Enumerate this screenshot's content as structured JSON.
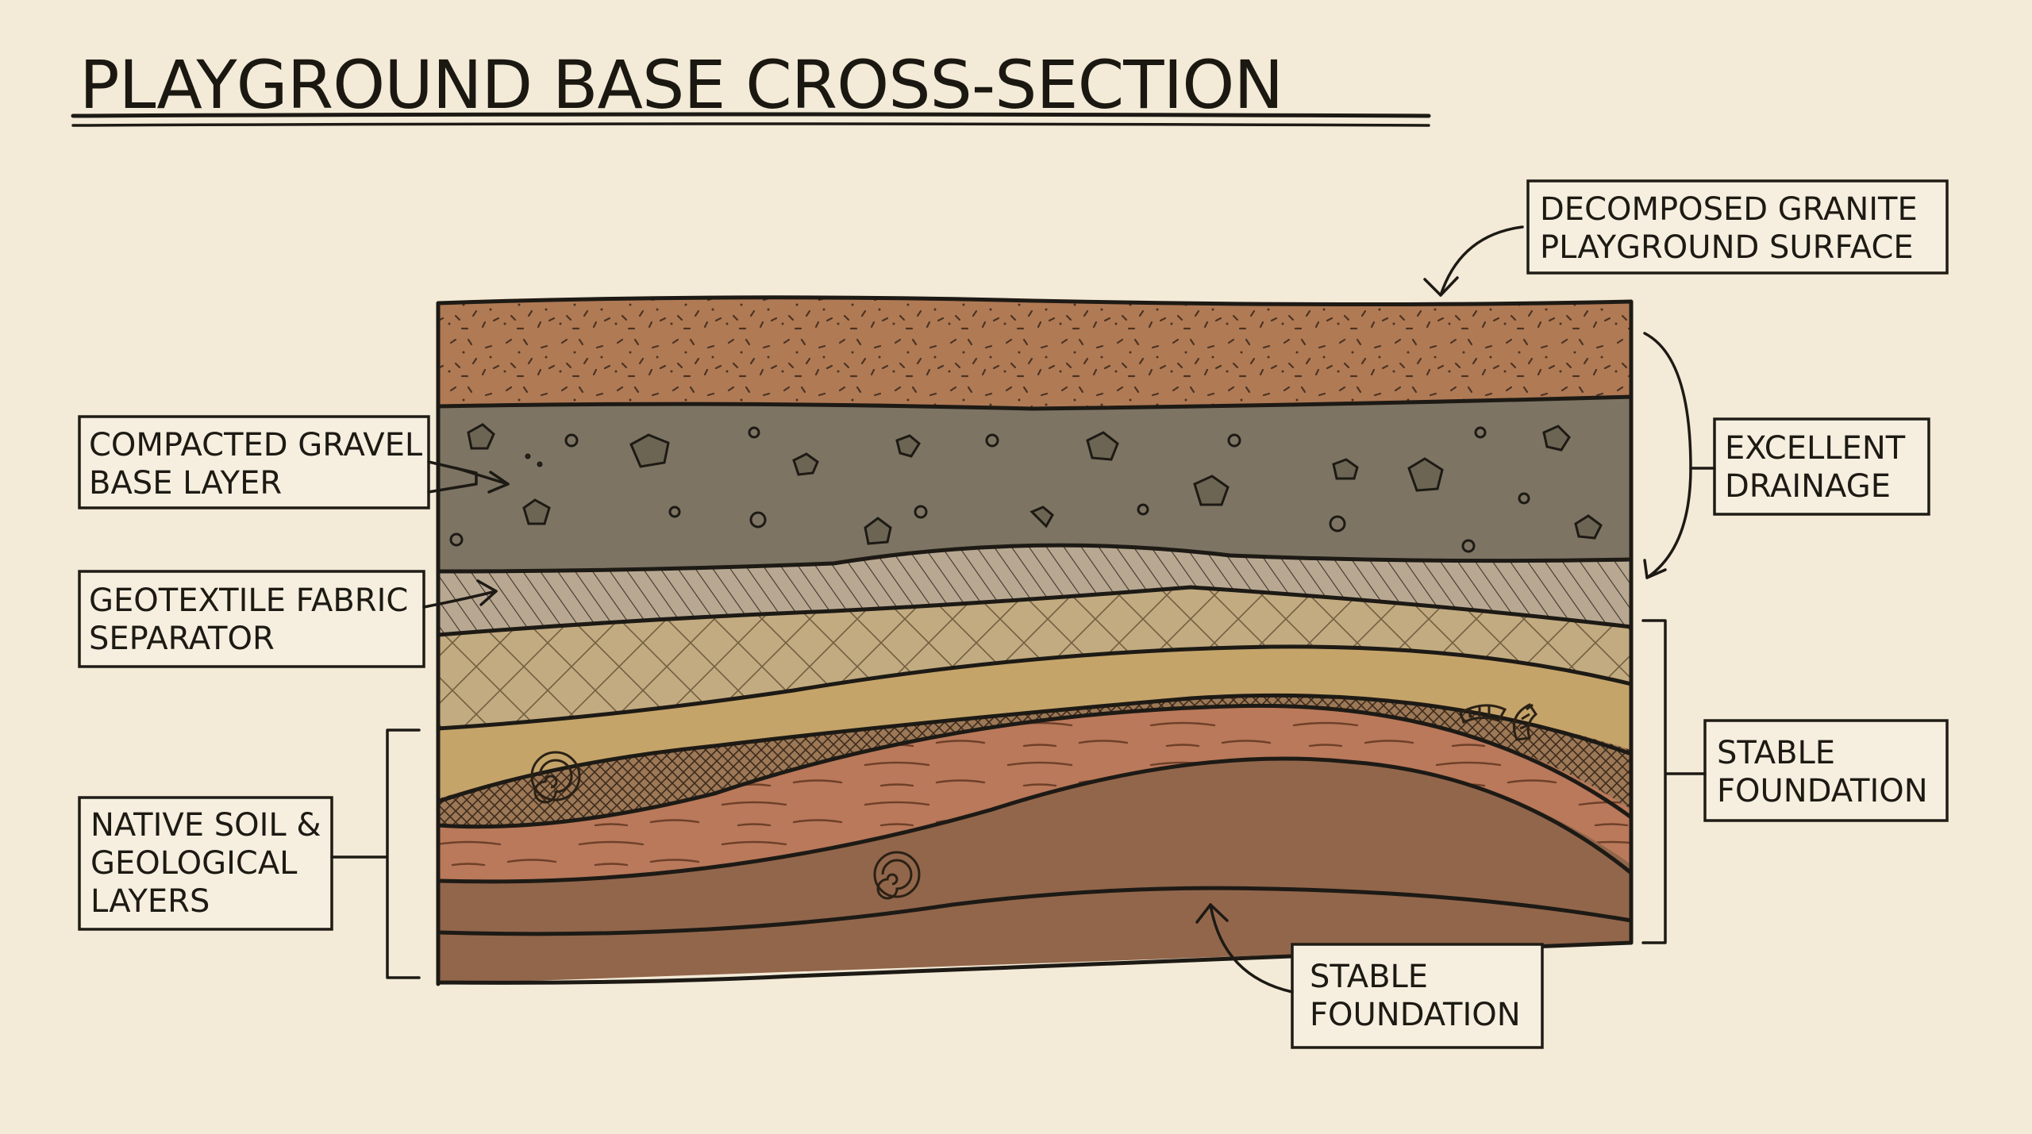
{
  "title": "PLAYGROUND BASE CROSS-SECTION",
  "labels": {
    "surface": [
      "DECOMPOSED GRANITE",
      "PLAYGROUND SURFACE"
    ],
    "gravel": [
      "COMPACTED GRAVEL",
      "BASE LAYER"
    ],
    "geotextile": [
      "GEOTEXTILE FABRIC",
      "SEPARATOR"
    ],
    "drainage": [
      "EXCELLENT",
      "DRAINAGE"
    ],
    "stable_right": [
      "STABLE",
      "FOUNDATION"
    ],
    "native": [
      "NATIVE SOIL &",
      "GEOLOGICAL",
      "LAYERS"
    ],
    "stable_bottom": [
      "STABLE",
      "FOUNDATION"
    ]
  },
  "colors": {
    "paper": "#f3ead7",
    "ink": "#1d1a15",
    "decomposed_granite": "#b07a55",
    "compacted_gravel": "#7d7463",
    "geotextile": "#b8a892",
    "sandy_layer": "#c2ab80",
    "golden_clay": "#c5a46a",
    "cross_hatched_layer": "#9c7856",
    "rust_layer": "#b9795a",
    "bottom_layer": "#92664b"
  },
  "icons": {
    "fossils": [
      "ammonite-icon",
      "ammonite-icon",
      "shell-fragment-icon",
      "shell-fragment-icon"
    ]
  }
}
